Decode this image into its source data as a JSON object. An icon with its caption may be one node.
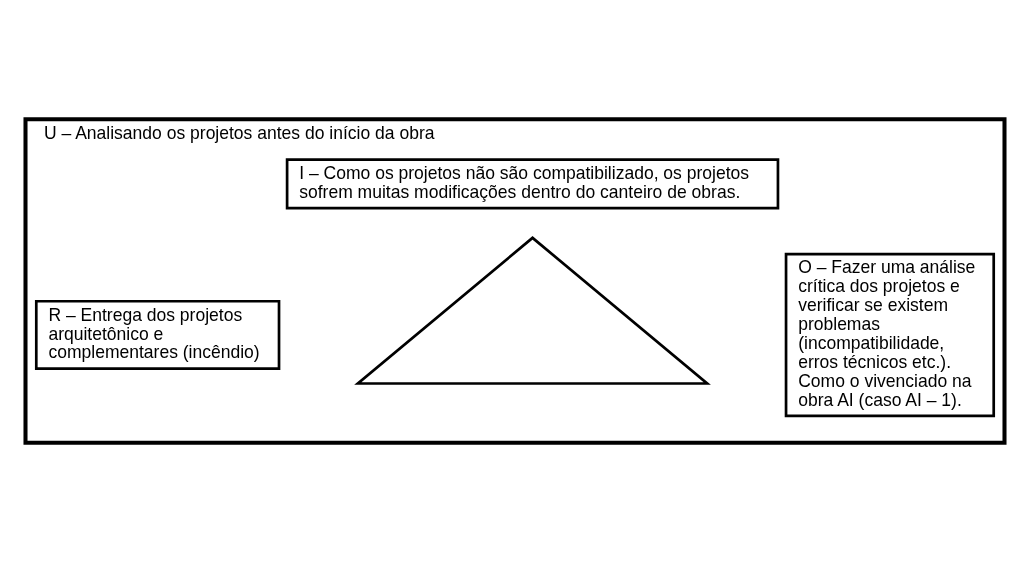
{
  "diagram": {
    "nodes": [
      {
        "text": [
          "U – Analisando os projetos antes do início da obra"
        ]
      },
      {
        "text": [
          "I – Como os projetos não são compatibilizado, os projetos sofrem muitas modificações dentro do canteiro de obras."
        ],
        "in": 0
      },
      {
        "text": [],
        "shape": "triangle",
        "in": 0
      },
      {
        "text": [
          "R – Entrega dos projetos arquitetônico e complementares (incêndio)"
        ],
        "in": 0
      },
      {
        "text": [
          "O – Fazer uma análise crítica dos projetos e verificar se existem problemas (incompatibilidade, erros técnicos etc.). Como o vivenciado na obra AI (caso AI – 1)."
        ],
        "in": 0
      }
    ],
    "edges": []
  }
}
